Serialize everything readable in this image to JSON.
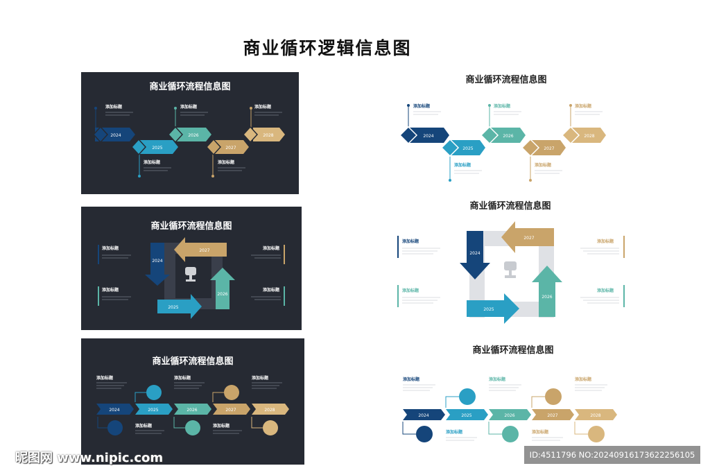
{
  "main_title": "商业循环逻辑信息图",
  "panel_title": "商业循环流程信息图",
  "item_label": "添加标题",
  "years": [
    "2024",
    "2025",
    "2026",
    "2027",
    "2028"
  ],
  "colors": {
    "navy": "#15457a",
    "blue": "#2a9fc4",
    "teal": "#5bb5a7",
    "gold": "#c9a46a",
    "tan": "#d9b77e",
    "dark_bg": "#262a33"
  },
  "icons": [
    "target-icon",
    "eye-icon",
    "bulb-icon",
    "scale-icon",
    "trophy-icon"
  ],
  "watermark": {
    "site": "昵图网 www.nipic.com",
    "id_text": "ID:4511796 NO:20240916173622256105"
  }
}
